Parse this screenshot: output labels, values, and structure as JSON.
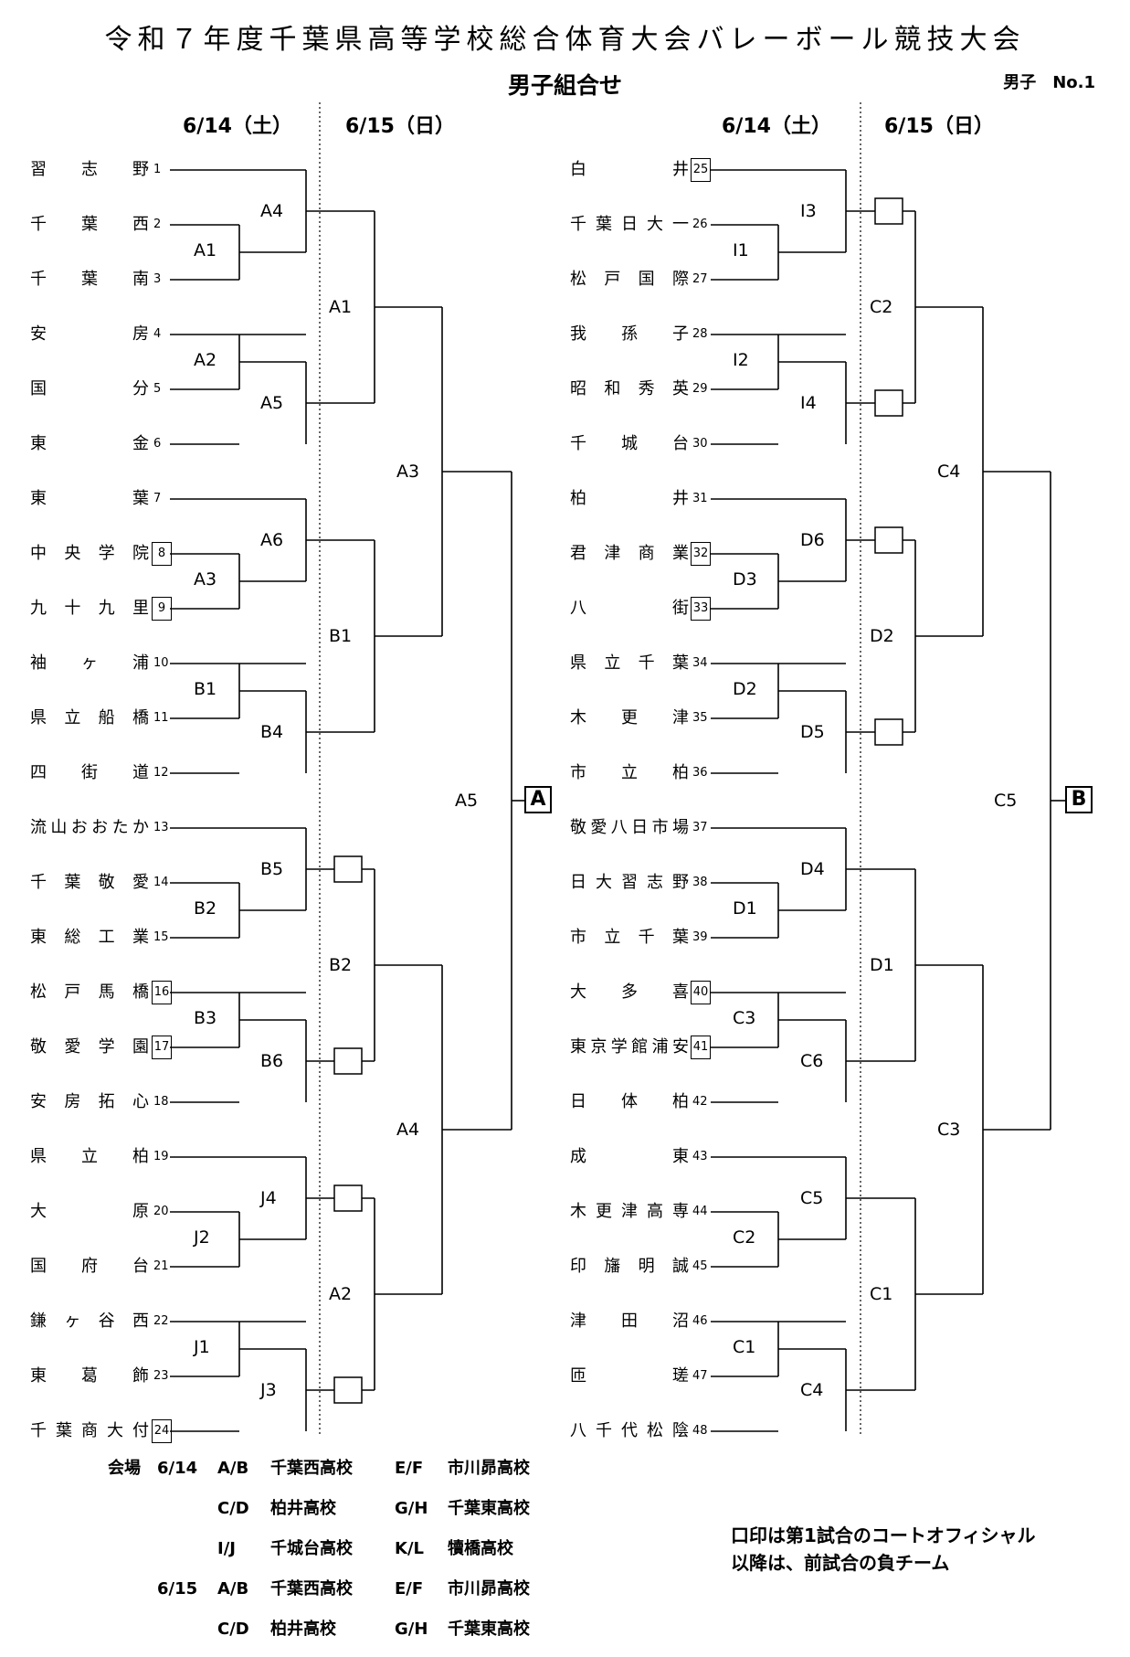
{
  "header": {
    "title": "令和７年度千葉県高等学校総合体育大会バレーボール競技大会",
    "subtitle": "男子組合せ",
    "page_no": "男子　No.1"
  },
  "dates": {
    "left_day1": "6/14（土）",
    "left_day2": "6/15（日）",
    "right_day1": "6/14（土）",
    "right_day2": "6/15（日）"
  },
  "left_teams": [
    {
      "name": "習志野",
      "num": "1",
      "boxed": false
    },
    {
      "name": "千葉西",
      "num": "2",
      "boxed": false
    },
    {
      "name": "千葉南",
      "num": "3",
      "boxed": false
    },
    {
      "name": "安房",
      "num": "4",
      "boxed": false
    },
    {
      "name": "国分",
      "num": "5",
      "boxed": false
    },
    {
      "name": "東金",
      "num": "6",
      "boxed": false
    },
    {
      "name": "東葉",
      "num": "7",
      "boxed": false
    },
    {
      "name": "中央学院",
      "num": "8",
      "boxed": true
    },
    {
      "name": "九十九里",
      "num": "9",
      "boxed": true
    },
    {
      "name": "袖ヶ浦",
      "num": "10",
      "boxed": false
    },
    {
      "name": "県立船橋",
      "num": "11",
      "boxed": false
    },
    {
      "name": "四街道",
      "num": "12",
      "boxed": false
    },
    {
      "name": "流山おおたか",
      "num": "13",
      "boxed": false
    },
    {
      "name": "千葉敬愛",
      "num": "14",
      "boxed": false
    },
    {
      "name": "東総工業",
      "num": "15",
      "boxed": false
    },
    {
      "name": "松戸馬橋",
      "num": "16",
      "boxed": true
    },
    {
      "name": "敬愛学園",
      "num": "17",
      "boxed": true
    },
    {
      "name": "安房拓心",
      "num": "18",
      "boxed": false
    },
    {
      "name": "県立柏",
      "num": "19",
      "boxed": false
    },
    {
      "name": "大原",
      "num": "20",
      "boxed": false
    },
    {
      "name": "国府台",
      "num": "21",
      "boxed": false
    },
    {
      "name": "鎌ヶ谷西",
      "num": "22",
      "boxed": false
    },
    {
      "name": "東葛飾",
      "num": "23",
      "boxed": false
    },
    {
      "name": "千葉商大付",
      "num": "24",
      "boxed": true
    }
  ],
  "right_teams": [
    {
      "name": "白井",
      "num": "25",
      "boxed": true
    },
    {
      "name": "千葉日大一",
      "num": "26",
      "boxed": false
    },
    {
      "name": "松戸国際",
      "num": "27",
      "boxed": false
    },
    {
      "name": "我孫子",
      "num": "28",
      "boxed": false
    },
    {
      "name": "昭和秀英",
      "num": "29",
      "boxed": false
    },
    {
      "name": "千城台",
      "num": "30",
      "boxed": false
    },
    {
      "name": "柏井",
      "num": "31",
      "boxed": false
    },
    {
      "name": "君津商業",
      "num": "32",
      "boxed": true
    },
    {
      "name": "八街",
      "num": "33",
      "boxed": true
    },
    {
      "name": "県立千葉",
      "num": "34",
      "boxed": false
    },
    {
      "name": "木更津",
      "num": "35",
      "boxed": false
    },
    {
      "name": "市立柏",
      "num": "36",
      "boxed": false
    },
    {
      "name": "敬愛八日市場",
      "num": "37",
      "boxed": false
    },
    {
      "name": "日大習志野",
      "num": "38",
      "boxed": false
    },
    {
      "name": "市立千葉",
      "num": "39",
      "boxed": false
    },
    {
      "name": "大多喜",
      "num": "40",
      "boxed": true
    },
    {
      "name": "東京学館浦安",
      "num": "41",
      "boxed": true
    },
    {
      "name": "日体柏",
      "num": "42",
      "boxed": false
    },
    {
      "name": "成東",
      "num": "43",
      "boxed": false
    },
    {
      "name": "木更津高専",
      "num": "44",
      "boxed": false
    },
    {
      "name": "印旛明誠",
      "num": "45",
      "boxed": false
    },
    {
      "name": "津田沼",
      "num": "46",
      "boxed": false
    },
    {
      "name": "匝瑳",
      "num": "47",
      "boxed": false
    },
    {
      "name": "八千代松陰",
      "num": "48",
      "boxed": false
    }
  ],
  "left_matches": {
    "r1": [
      "A1",
      "A2",
      "A3",
      "B1",
      "B2",
      "B3",
      "J2",
      "J1"
    ],
    "r2": [
      "A4",
      "A5",
      "A6",
      "B4",
      "B5",
      "B6",
      "J4",
      "J3"
    ],
    "r3": [
      "A1",
      "B1",
      "B2",
      "A2"
    ],
    "r4": [
      "A3",
      "A4"
    ],
    "final": "A5",
    "block": "A"
  },
  "right_matches": {
    "r1": [
      "I1",
      "I2",
      "D3",
      "D2",
      "D1",
      "C3",
      "C2",
      "C1"
    ],
    "r2": [
      "I3",
      "I4",
      "D6",
      "D5",
      "D4",
      "C6",
      "C5",
      "C4"
    ],
    "r3": [
      "C2",
      "D2",
      "D1",
      "C1"
    ],
    "r4": [
      "C4",
      "C3"
    ],
    "final": "C5",
    "block": "B"
  },
  "venue": {
    "label": "会場",
    "rows": [
      {
        "date": "6/14",
        "code1": "A/B",
        "site1": "千葉西高校",
        "code2": "E/F",
        "site2": "市川昴高校"
      },
      {
        "date": "",
        "code1": "C/D",
        "site1": "柏井高校",
        "code2": "G/H",
        "site2": "千葉東高校"
      },
      {
        "date": "",
        "code1": "I/J",
        "site1": "千城台高校",
        "code2": "K/L",
        "site2": "犢橋高校"
      },
      {
        "date": "6/15",
        "code1": "A/B",
        "site1": "千葉西高校",
        "code2": "E/F",
        "site2": "市川昴高校"
      },
      {
        "date": "",
        "code1": "C/D",
        "site1": "柏井高校",
        "code2": "G/H",
        "site2": "千葉東高校"
      }
    ]
  },
  "notes": {
    "line1": "口印は第1試合のコートオフィシャル",
    "line2": "以降は、前試合の負チーム"
  }
}
